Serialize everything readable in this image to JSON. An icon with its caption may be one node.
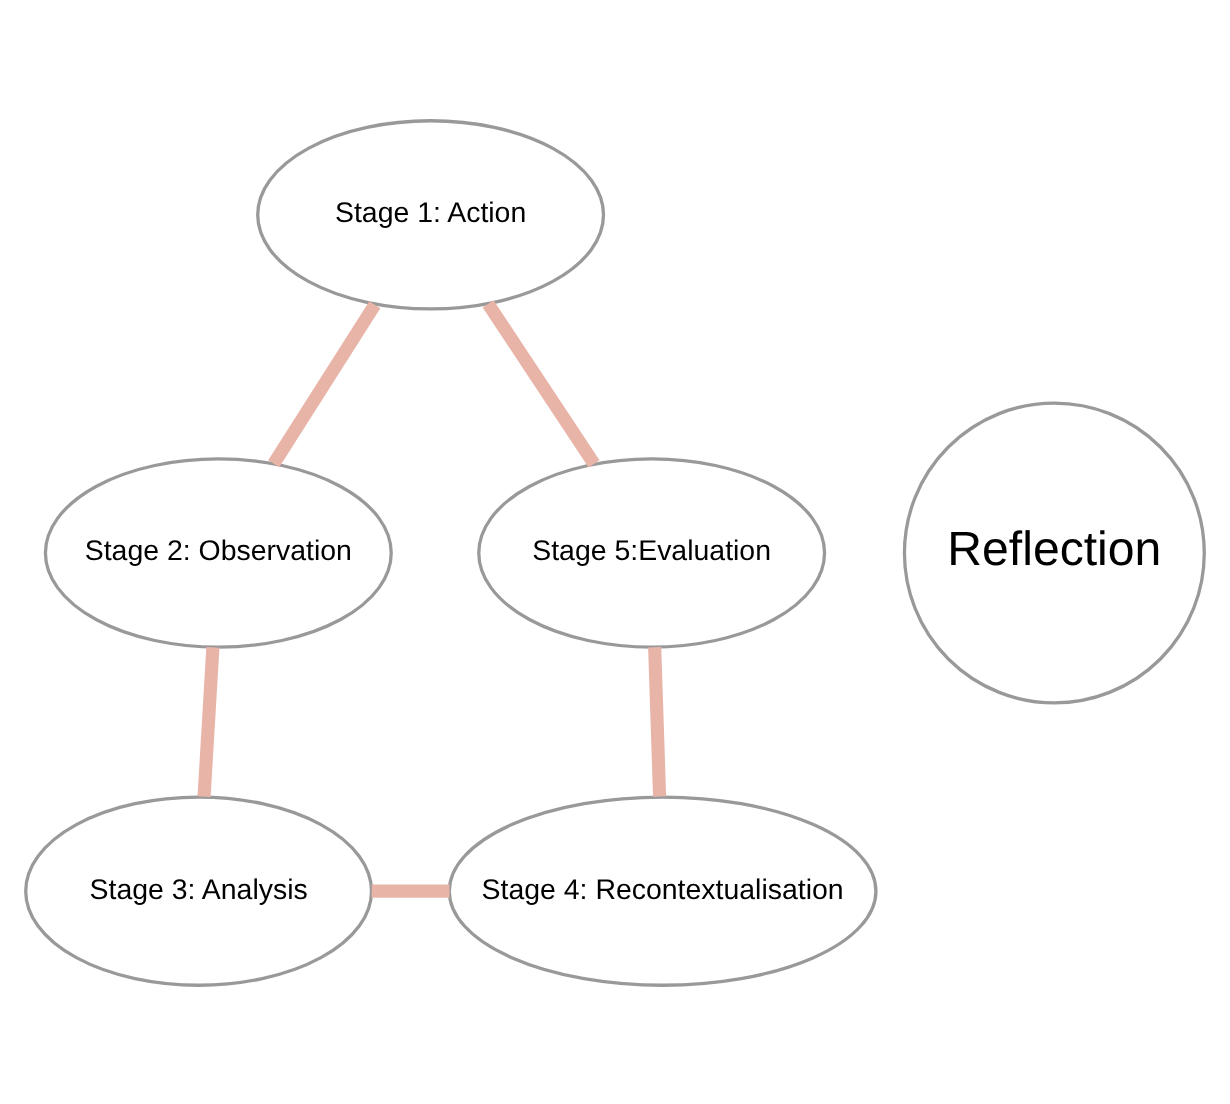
{
  "diagram": {
    "nodes": [
      {
        "text": [
          "Stage 1: Action"
        ]
      },
      {
        "text": [
          "Stage 2: Observation"
        ]
      },
      {
        "text": [
          "Stage 3: Analysis"
        ]
      },
      {
        "text": [
          "Stage 4: Recontextualisation"
        ]
      },
      {
        "text": [
          "Stage 5:Evaluation"
        ]
      },
      {
        "text": [
          "Reflection"
        ]
      }
    ],
    "edges": [
      {
        "from": 0,
        "to": 1,
        "arrow": "none"
      },
      {
        "from": 1,
        "to": 2,
        "arrow": "none"
      },
      {
        "from": 2,
        "to": 3,
        "arrow": "none"
      },
      {
        "from": 3,
        "to": 4,
        "arrow": "none"
      },
      {
        "from": 4,
        "to": 0,
        "arrow": "none"
      }
    ]
  }
}
